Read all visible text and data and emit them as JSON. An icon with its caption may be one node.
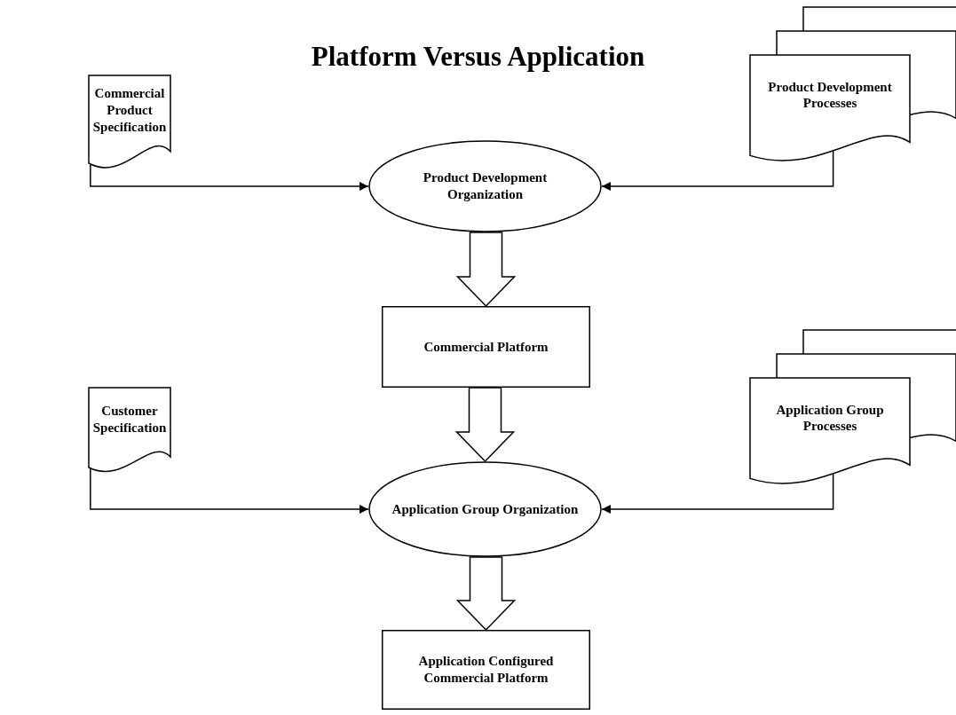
{
  "diagram": {
    "title": "Platform Versus Application",
    "nodes": [
      {
        "text": [
          "Commercial Product Specification"
        ]
      },
      {
        "text": [
          "Product Development Processes"
        ]
      },
      {
        "text": [
          "Product Development Organization"
        ]
      },
      {
        "text": [
          "Commercial Platform"
        ]
      },
      {
        "text": [
          "Customer Specification"
        ]
      },
      {
        "text": [
          "Application Group Processes"
        ]
      },
      {
        "text": [
          "Application Group Organization"
        ]
      },
      {
        "text": [
          "Application Configured Commercial Platform"
        ]
      }
    ],
    "edges": [
      {
        "from": 0,
        "to": 2,
        "arrow": "to"
      },
      {
        "from": 1,
        "to": 2,
        "arrow": "to"
      },
      {
        "from": 2,
        "to": 3,
        "arrow": "to",
        "style": "thick"
      },
      {
        "from": 3,
        "to": 6,
        "arrow": "to",
        "style": "thick"
      },
      {
        "from": 4,
        "to": 6,
        "arrow": "to"
      },
      {
        "from": 5,
        "to": 6,
        "arrow": "to"
      },
      {
        "from": 6,
        "to": 7,
        "arrow": "to",
        "style": "thick"
      }
    ]
  }
}
